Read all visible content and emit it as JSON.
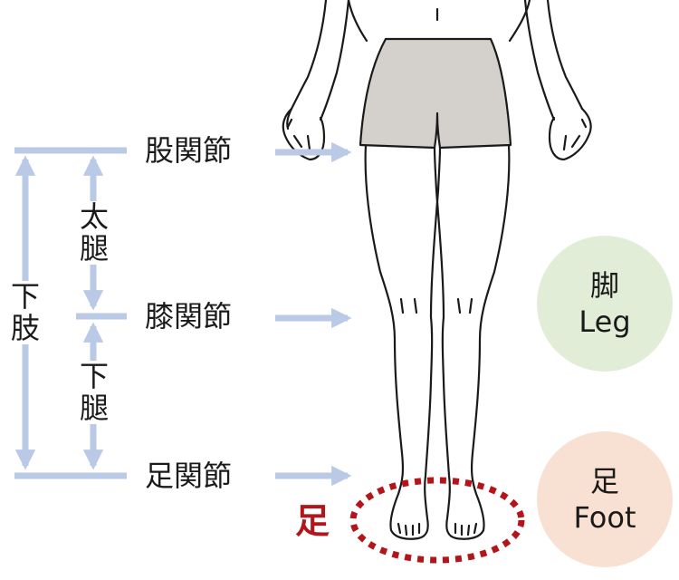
{
  "labels": {
    "hip_joint": "股関節",
    "knee_joint": "膝関節",
    "ankle_joint": "足関節",
    "thigh": "太腿",
    "lower_leg": "下腿",
    "lower_limb": "下肢",
    "foot_red": "足"
  },
  "legend": {
    "leg_jp": "脚",
    "leg_en": "Leg",
    "foot_jp": "足",
    "foot_en": "Foot"
  },
  "colors": {
    "arrow_blue": "#b9c9e6",
    "red_accent": "#b3151a",
    "leg_circle": "#e2edd8",
    "foot_circle": "#f8e1d2",
    "shorts": "#d4d0cb",
    "outline": "#1a1a1a"
  }
}
